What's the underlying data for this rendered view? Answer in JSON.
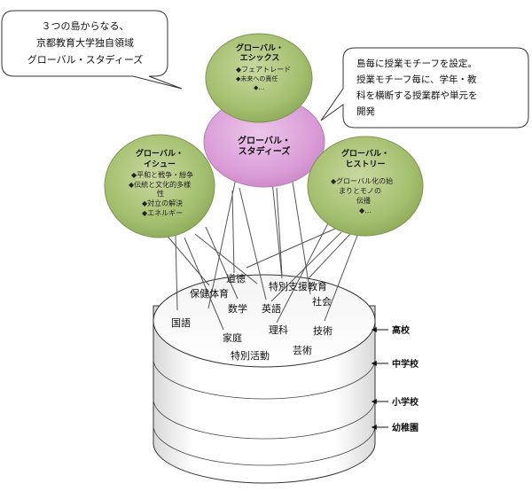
{
  "callout_left": {
    "line1": "３つの島からなる、",
    "line2": "京都教育大学独自領域",
    "line3": "グローバル・スタディーズ"
  },
  "callout_right": {
    "line1": "島毎に授業モチーフを設定。",
    "line2": "授業モチーフ毎に、学年・教",
    "line3": "科を横断する授業群や単元を",
    "line4": "開発"
  },
  "islands": {
    "center": {
      "title1": "グローバル・",
      "title2": "スタディーズ"
    },
    "ethics": {
      "title1": "グローバル・",
      "title2": "エシックス",
      "items": [
        "◆フェアトレード",
        "◆未来への責任",
        "◆…"
      ]
    },
    "issue": {
      "title1": "グローバル・",
      "title2": "イシュー",
      "items": [
        "◆平和と戦争・紛争",
        "◆伝統と文化的多様",
        "性",
        "◆対立の解決",
        "◆エネルギー"
      ]
    },
    "history": {
      "title1": "グローバル・",
      "title2": "ヒストリー",
      "items": [
        "◆グローバル化の始",
        "まりとモノの",
        "伝播",
        "◆…"
      ]
    }
  },
  "subjects": {
    "dotoku": "道徳",
    "hoken": "保健体育",
    "tokubetsu_shien": "特別支援教育",
    "shakai": "社会",
    "sugaku": "数学",
    "eigo": "英語",
    "kokugo": "国語",
    "katei": "家庭",
    "rika": "理科",
    "gijutsu": "技術",
    "tokubetsu_katsudo": "特別活動",
    "geijutsu": "芸術"
  },
  "levels": {
    "koko": "高校",
    "chugakko": "中学校",
    "shogakko": "小学校",
    "yochien": "幼稚園"
  }
}
